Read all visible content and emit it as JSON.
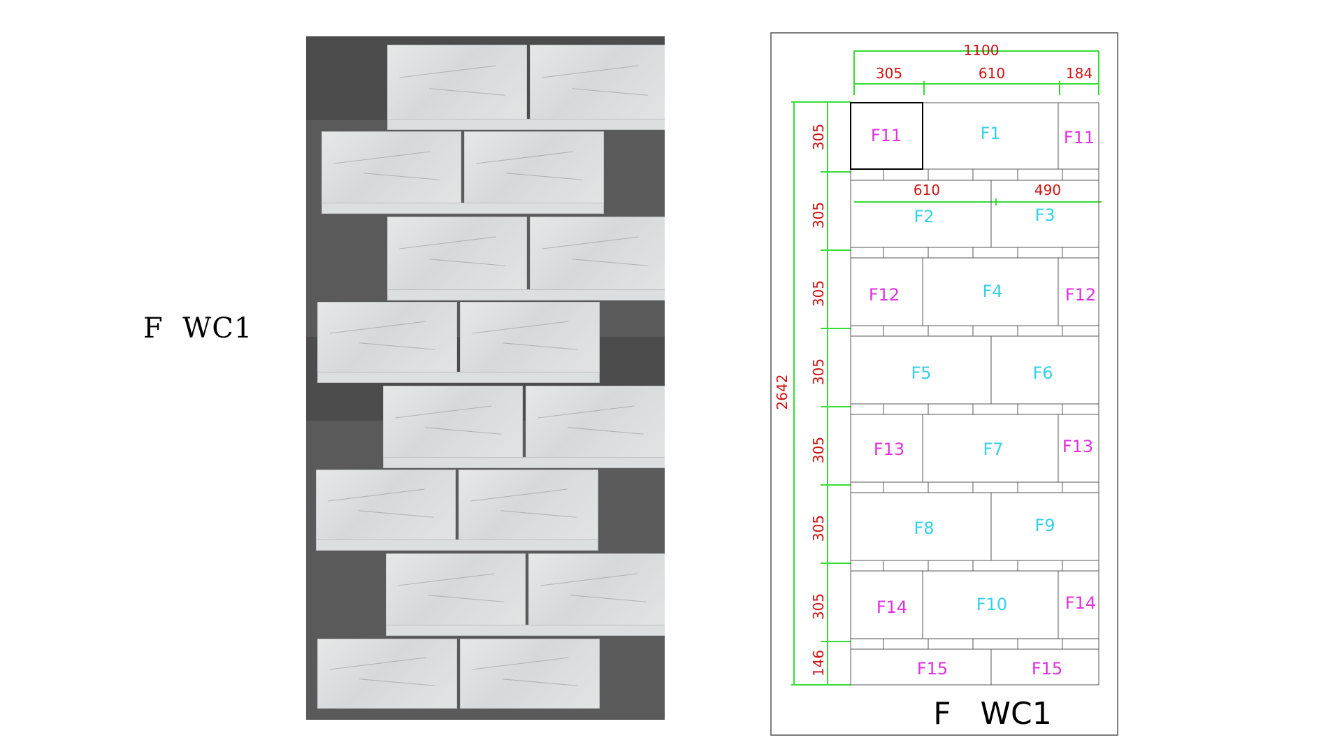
{
  "slide": {
    "title": "F  WC1"
  },
  "drawing": {
    "caption": "F   WC1",
    "top_total": "1100",
    "top_dims": [
      "305",
      "610",
      "184"
    ],
    "row2_dims": [
      "610",
      "490"
    ],
    "total_height": "2642",
    "row_heights": [
      "305",
      "305",
      "305",
      "305",
      "305",
      "305",
      "305",
      "146"
    ],
    "labels": {
      "r1": [
        "F11",
        "F1",
        "F11"
      ],
      "r2": [
        "F2",
        "F3"
      ],
      "r3": [
        "F12",
        "F4",
        "F12"
      ],
      "r4": [
        "F5",
        "F6"
      ],
      "r5": [
        "F13",
        "F7",
        "F13"
      ],
      "r6": [
        "F8",
        "F9"
      ],
      "r7": [
        "F14",
        "F10",
        "F14"
      ],
      "r8": [
        "F15",
        "F15"
      ]
    }
  },
  "colors": {
    "dimension_line": "#33dd33",
    "dimension_text": "#d01010",
    "magenta_label": "#e030e0",
    "cyan_label": "#33d0e8",
    "outline": "#555555"
  }
}
